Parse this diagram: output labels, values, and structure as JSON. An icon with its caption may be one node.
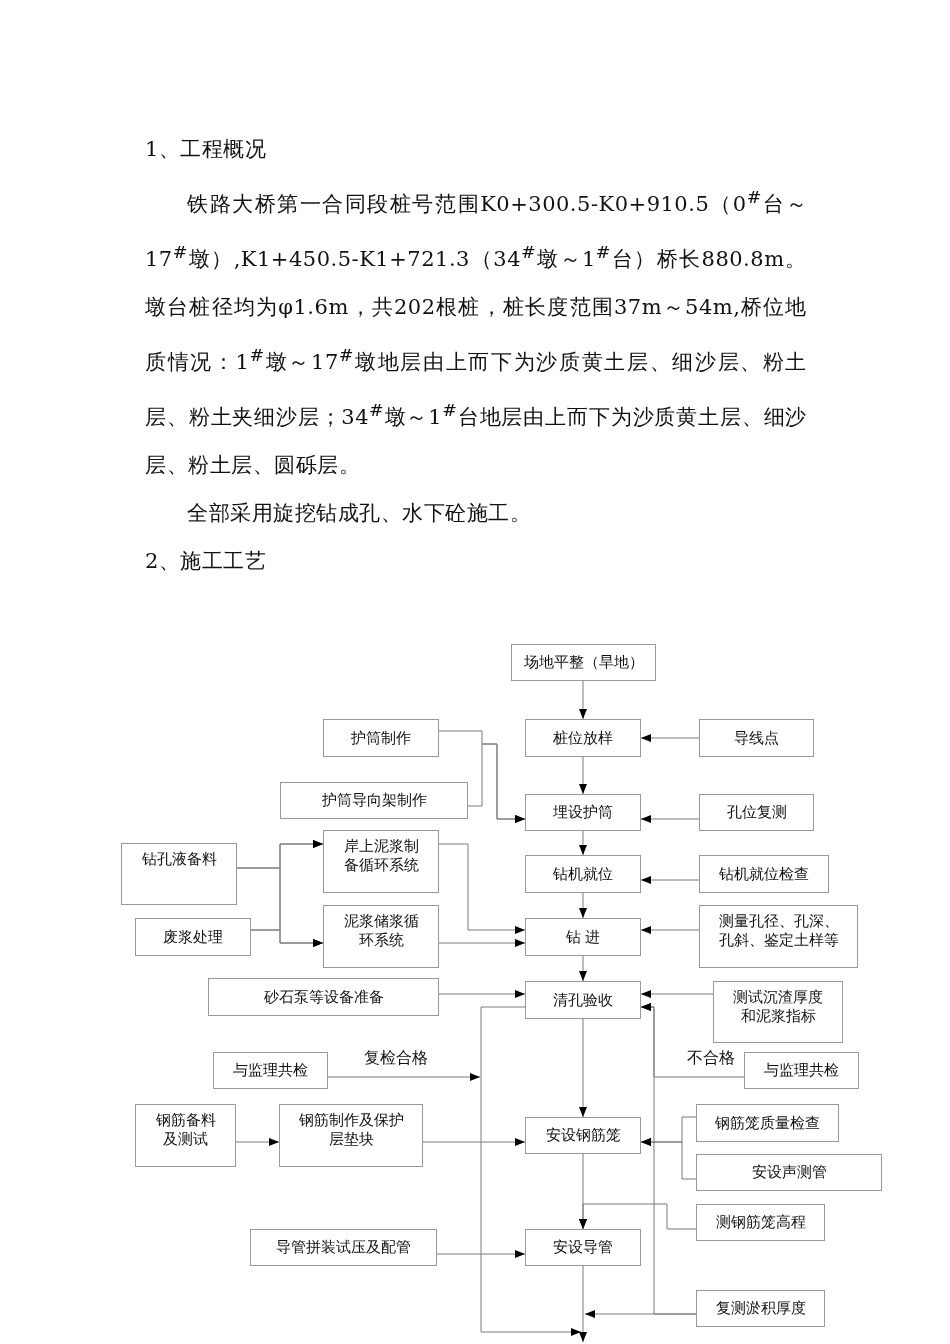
{
  "diagram": {
    "nodes": [
      {
        "text": [
          "场地平整（旱地）"
        ]
      },
      {
        "text": [
          "护筒制作"
        ]
      },
      {
        "text": [
          "桩位放样"
        ]
      },
      {
        "text": [
          "导线点"
        ]
      },
      {
        "text": [
          "护筒导向架制作"
        ]
      },
      {
        "text": [
          "埋设护筒"
        ]
      },
      {
        "text": [
          "孔位复测"
        ]
      },
      {
        "text": [
          "钻孔液备料"
        ]
      },
      {
        "text": [
          "岸上泥浆制备循环系统"
        ]
      },
      {
        "text": [
          "钻机就位"
        ]
      },
      {
        "text": [
          "钻机就位检查"
        ]
      },
      {
        "text": [
          "废浆处理"
        ]
      },
      {
        "text": [
          "泥浆储浆循环系统"
        ]
      },
      {
        "text": [
          "钻 进"
        ]
      },
      {
        "text": [
          "测量孔径、孔深、孔斜、鉴定土样等"
        ]
      },
      {
        "text": [
          "砂石泵等设备准备"
        ]
      },
      {
        "text": [
          "清孔验收"
        ]
      },
      {
        "text": [
          "测试沉渣厚度和泥浆指标"
        ]
      },
      {
        "text": [
          "与监理共检"
        ]
      },
      {
        "text": [
          "与监理共检"
        ]
      },
      {
        "text": [
          "钢筋备料及测试"
        ]
      },
      {
        "text": [
          "钢筋制作及保护层垫块"
        ]
      },
      {
        "text": [
          "安设钢筋笼"
        ]
      },
      {
        "text": [
          "钢筋笼质量检查"
        ]
      },
      {
        "text": [
          "安设声测管"
        ]
      },
      {
        "text": [
          "测钢筋笼高程"
        ]
      },
      {
        "text": [
          "导管拼装试压及配管"
        ]
      },
      {
        "text": [
          "安设导管"
        ]
      },
      {
        "text": [
          "复测淤积厚度"
        ]
      }
    ],
    "edges": [
      {
        "from": 0,
        "to": 2,
        "arrow": "to"
      },
      {
        "from": 3,
        "to": 2,
        "arrow": "to"
      },
      {
        "from": 1,
        "to": 5,
        "arrow": "to"
      },
      {
        "from": 4,
        "to": 5,
        "arrow": "to"
      },
      {
        "from": 2,
        "to": 5,
        "arrow": "to"
      },
      {
        "from": 6,
        "to": 5,
        "arrow": "to"
      },
      {
        "from": 5,
        "to": 9,
        "arrow": "to"
      },
      {
        "from": 10,
        "to": 9,
        "arrow": "to"
      },
      {
        "from": 7,
        "to": 8,
        "arrow": "to"
      },
      {
        "from": 7,
        "to": 12,
        "arrow": "to"
      },
      {
        "from": 11,
        "to": 8,
        "arrow": "to"
      },
      {
        "from": 11,
        "to": 12,
        "arrow": "to"
      },
      {
        "from": 8,
        "to": 13,
        "arrow": "to"
      },
      {
        "from": 12,
        "to": 13,
        "arrow": "to"
      },
      {
        "from": 9,
        "to": 13,
        "arrow": "to"
      },
      {
        "from": 14,
        "to": 13,
        "arrow": "to"
      },
      {
        "from": 13,
        "to": 16,
        "arrow": "to"
      },
      {
        "from": 15,
        "to": 16,
        "arrow": "to"
      },
      {
        "from": 17,
        "to": 16,
        "arrow": "to"
      },
      {
        "from": 16,
        "to": null,
        "arrow": "to"
      },
      {
        "from": 18,
        "to": null,
        "arrow": "to",
        "label": "复检合格"
      },
      {
        "from": 19,
        "to": 16,
        "arrow": "to",
        "label": "不合格"
      },
      {
        "from": 16,
        "to": 22,
        "arrow": "to"
      },
      {
        "from": 20,
        "to": 21,
        "arrow": "to"
      },
      {
        "from": 21,
        "to": 22,
        "arrow": "to"
      },
      {
        "from": 23,
        "to": 22,
        "arrow": "to"
      },
      {
        "from": 24,
        "to": 22,
        "arrow": "to"
      },
      {
        "from": 22,
        "to": 27,
        "arrow": "to"
      },
      {
        "from": 25,
        "to": 27,
        "arrow": "to"
      },
      {
        "from": 26,
        "to": 27,
        "arrow": "to"
      },
      {
        "from": 27,
        "to": null,
        "arrow": "to"
      },
      {
        "from": 28,
        "to": null,
        "arrow": "to"
      },
      {
        "from": 28,
        "to": 16,
        "arrow": "to"
      }
    ],
    "labels": [
      "1、工程概况",
      "铁路大桥第一合同段桩号范围K0+300.5-K0+910.5（0$^{#}$台～17$^{#}$墩）,K1+450.5-K1+721.3（34$^{#}$墩～1$^{#}$台）桥长880.8m。墩台桩径均为φ1.6m，共202根桩，桩长度范围37m～54m,桥位地质情况：1$^{#}$墩～17$^{#}$墩地层由上而下为沙质黄土层、细沙层、粉土层、粉土夹细沙层；34$^{#}$墩～1$^{#}$台地层由上而下为沙质黄土层、细沙层、粉土层、圆砾层。",
      "全部采用旋挖钻成孔、水下砼施工。",
      "2、施工工艺"
    ]
  }
}
